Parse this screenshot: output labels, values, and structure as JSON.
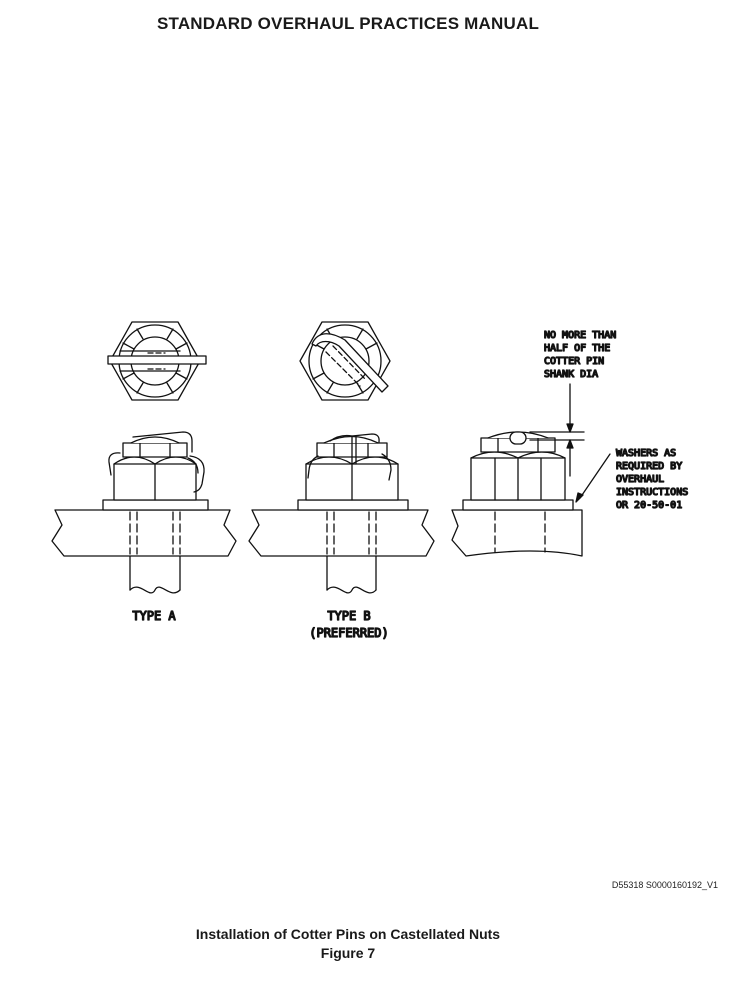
{
  "header": {
    "title": "STANDARD OVERHAUL PRACTICES MANUAL"
  },
  "figure": {
    "labels": {
      "type_a": "TYPE A",
      "type_b": "TYPE B",
      "type_b_note": "(PREFERRED)",
      "note_lines": [
        "NO MORE THAN",
        "HALF OF THE",
        "COTTER PIN",
        "SHANK DIA"
      ],
      "washer_lines": [
        "WASHERS AS",
        "REQUIRED BY",
        "OVERHAUL",
        "INSTRUCTIONS",
        "OR 20-50-01"
      ]
    },
    "drawing_id": "D55318 S0000160192_V1"
  },
  "caption": {
    "title": "Installation of Cotter Pins on Castellated Nuts",
    "figure_number": "Figure 7"
  }
}
